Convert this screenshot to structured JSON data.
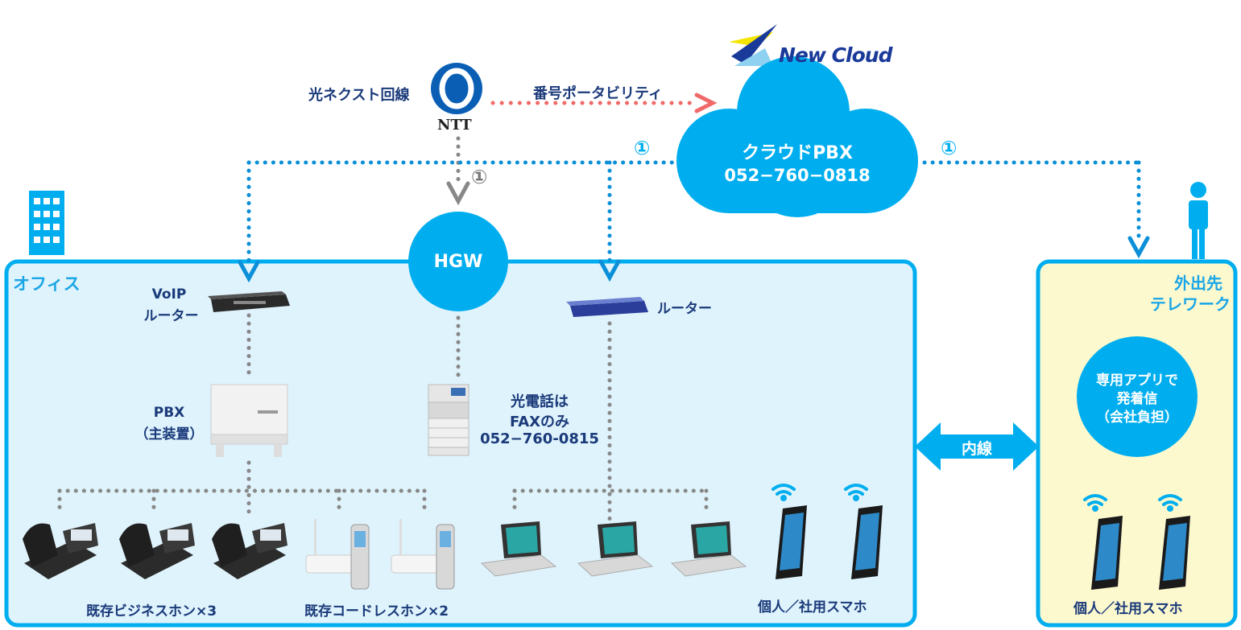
{
  "brand": {
    "name": "New Cloud"
  },
  "ntt": {
    "line_label": "光ネクスト回線",
    "logo_text": "NTT"
  },
  "portability_label": "番号ポータビリティ",
  "cloud": {
    "title": "クラウドPBX",
    "number": "052−760−0818"
  },
  "marker": "①",
  "hgw_label": "HGW",
  "office": {
    "title": "オフィス",
    "voip_router": {
      "line1": "VoIP",
      "line2": "ルーター"
    },
    "pbx": {
      "line1": "PBX",
      "line2": "（主装置）"
    },
    "router_label": "ルーター",
    "fax": {
      "line1": "光電話は",
      "line2": "FAXのみ",
      "line3": "052−760-0815"
    },
    "business_phones_label": "既存ビジネスホン×3",
    "cordless_phones_label": "既存コードレスホン×2",
    "smartphones_label": "個人／社用スマホ"
  },
  "extension_label": "内線",
  "remote": {
    "title_line1": "外出先",
    "title_line2": "テレワーク",
    "app_line1": "専用アプリで",
    "app_line2": "発着信",
    "app_line3": "（会社負担）",
    "smartphones_label": "個人／社用スマホ"
  },
  "colors": {
    "accent_blue": "#00aeef",
    "office_bg": "#dff3fc",
    "remote_bg": "#fdf9cf",
    "dot_blue": "#0a8fd8",
    "dot_gray": "#888888",
    "dot_red": "#f06a6a",
    "label_navy": "#1a3a7a"
  }
}
